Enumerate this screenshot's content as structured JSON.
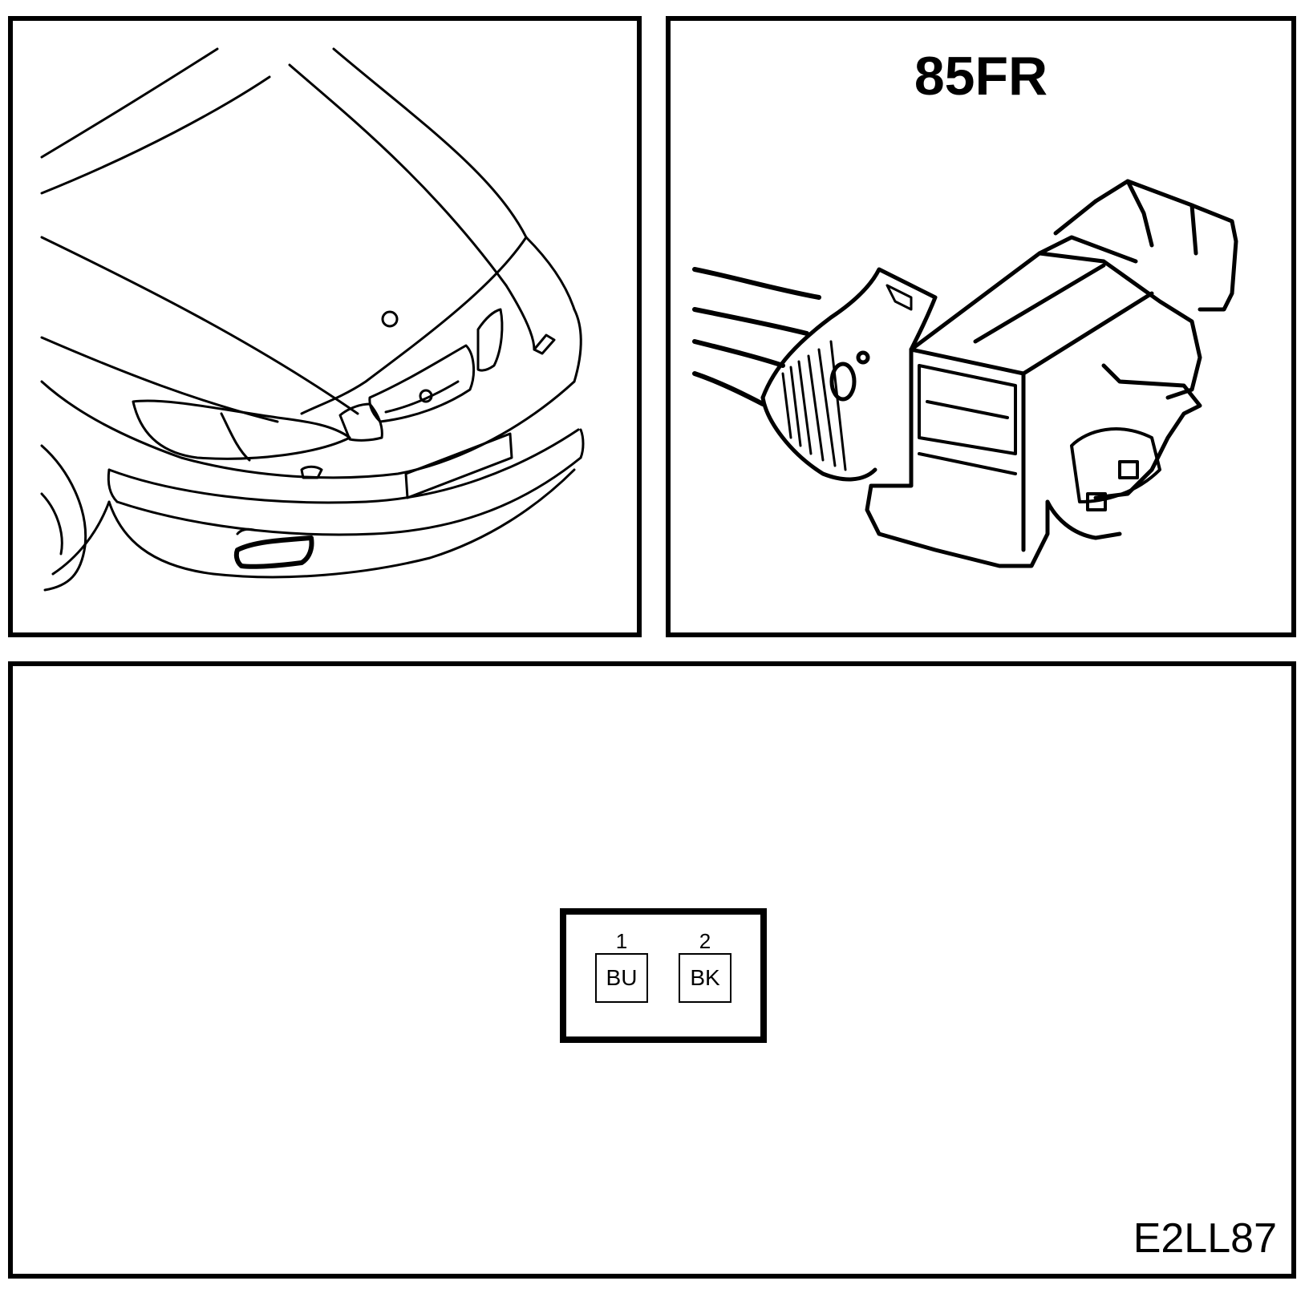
{
  "connector": {
    "code": "85FR",
    "figure_id": "E2LL87"
  },
  "pins": [
    {
      "number": "1",
      "color_code": "BU"
    },
    {
      "number": "2",
      "color_code": "BK"
    }
  ],
  "colors": {
    "line": "#000000",
    "background": "#ffffff"
  },
  "icons": {
    "vehicle": "car-front-location-illustration",
    "connector": "connector-illustration"
  }
}
